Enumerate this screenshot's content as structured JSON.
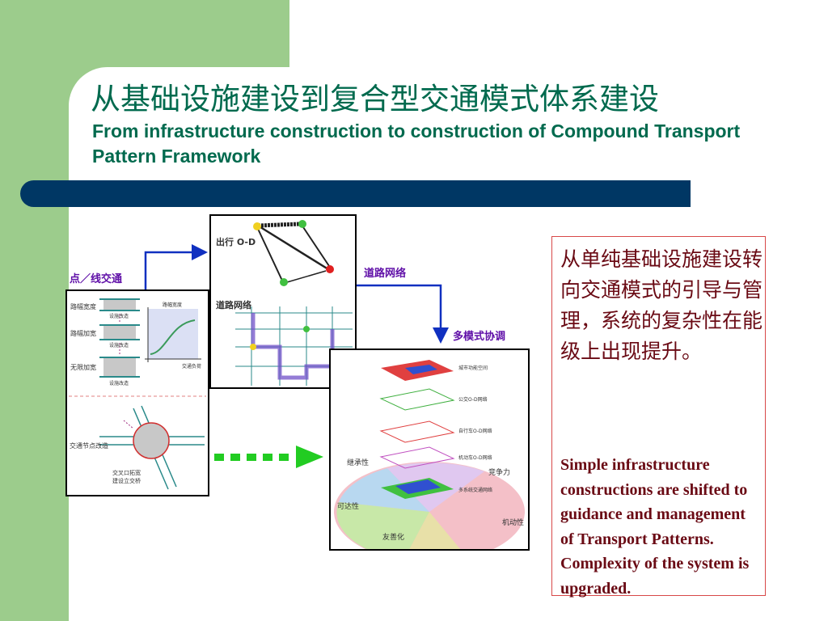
{
  "title": {
    "cn": "从基础设施建设到复合型交通模式体系建设",
    "en": "From infrastructure construction to construction of Compound Transport Pattern Framework"
  },
  "diagram": {
    "label_point_line": "点／线交通",
    "label_road_network": "道路网络",
    "label_multimode": "多模式协调",
    "od_box": {
      "title": "出行 O-D",
      "road_title": "道路网络"
    },
    "left_box": {
      "r1": "路幅宽度",
      "r1b": "设施改造",
      "r2": "路幅加宽",
      "r2b": "设施改造",
      "r3": "无限加宽",
      "r3b": "设施改造",
      "r4": "交通节点改造",
      "r4b": "交叉口拓宽",
      "r4c": "建设立交桥",
      "chart_y": "路幅宽度",
      "chart_x": "交通负荷"
    },
    "right_box": {
      "l1": "城市功能空间",
      "l2": "公交O-D网络",
      "l3": "自行车O-D网络",
      "l4": "机动车O-D网络",
      "l5": "多系统交通网络",
      "s1": "继承性",
      "s2": "竞争力",
      "s3": "可达性",
      "s4": "机动性",
      "s5": "友善化"
    }
  },
  "textbox": {
    "cn": "从单纯基础设施建设转向交通模式的引导与管理，系统的复杂性在能级上出现提升。",
    "en": "Simple infrastructure constructions are shifted  to guidance and management of Transport Patterns. Complexity of the system is upgraded."
  },
  "colors": {
    "green": "#9ccc8c",
    "navy": "#003764",
    "title": "#006a4e",
    "body_text": "#6a0a14",
    "label": "#6010a8"
  }
}
